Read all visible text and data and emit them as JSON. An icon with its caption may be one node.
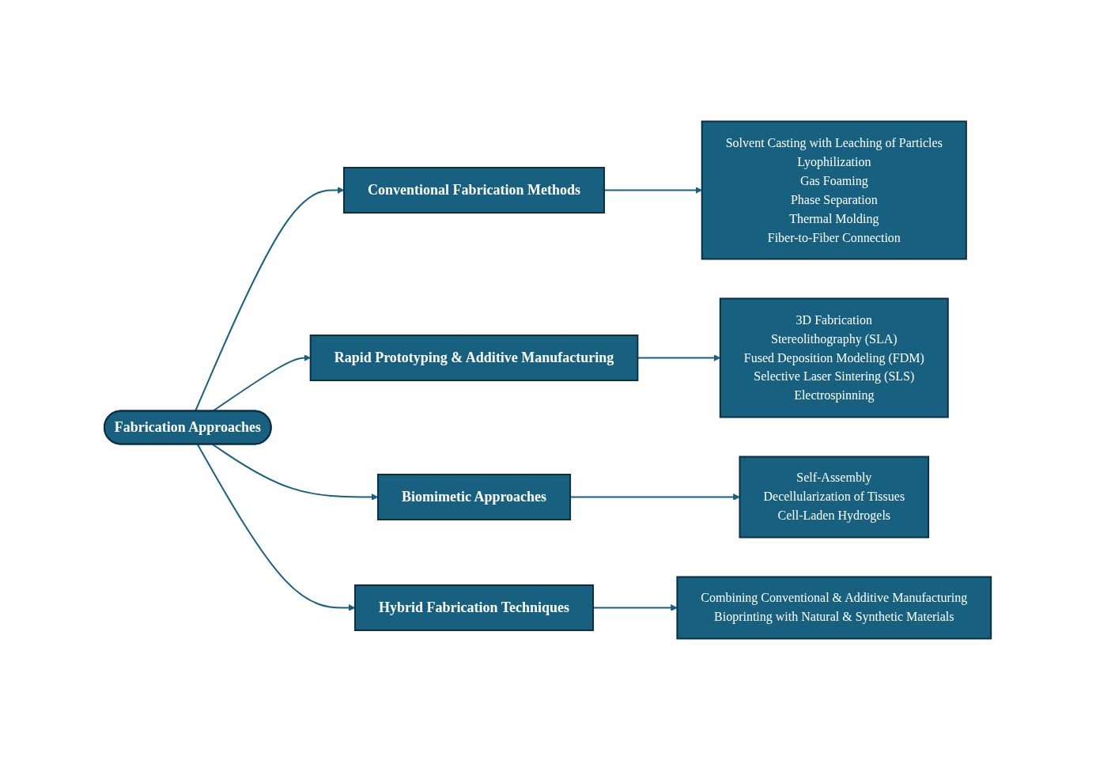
{
  "diagram": {
    "nodes": [
      {
        "text": [
          "Fabrication Approaches"
        ]
      },
      {
        "text": [
          "Conventional Fabrication Methods"
        ]
      },
      {
        "text": [
          "Solvent Casting with Leaching of Particles",
          "Lyophilization",
          "Gas Foaming",
          "Phase Separation",
          "Thermal Molding",
          "Fiber-to-Fiber Connection"
        ]
      },
      {
        "text": [
          "Rapid Prototyping & Additive Manufacturing"
        ]
      },
      {
        "text": [
          "3D Fabrication",
          "Stereolithography (SLA)",
          "Fused Deposition Modeling (FDM)",
          "Selective Laser Sintering (SLS)",
          "Electrospinning"
        ]
      },
      {
        "text": [
          "Biomimetic Approaches"
        ]
      },
      {
        "text": [
          "Self-Assembly",
          "Decellularization of Tissues",
          "Cell-Laden Hydrogels"
        ]
      },
      {
        "text": [
          "Hybrid Fabrication Techniques"
        ]
      },
      {
        "text": [
          "Combining Conventional & Additive Manufacturing",
          "Bioprinting with Natural & Synthetic Materials"
        ]
      }
    ],
    "edges": [
      {
        "from": 0,
        "to": 1,
        "arrow": "to"
      },
      {
        "from": 0,
        "to": 3,
        "arrow": "to"
      },
      {
        "from": 0,
        "to": 5,
        "arrow": "to"
      },
      {
        "from": 0,
        "to": 7,
        "arrow": "to"
      },
      {
        "from": 1,
        "to": 2,
        "arrow": "to"
      },
      {
        "from": 3,
        "to": 4,
        "arrow": "to"
      },
      {
        "from": 5,
        "to": 6,
        "arrow": "to"
      },
      {
        "from": 7,
        "to": 8,
        "arrow": "to"
      }
    ]
  }
}
